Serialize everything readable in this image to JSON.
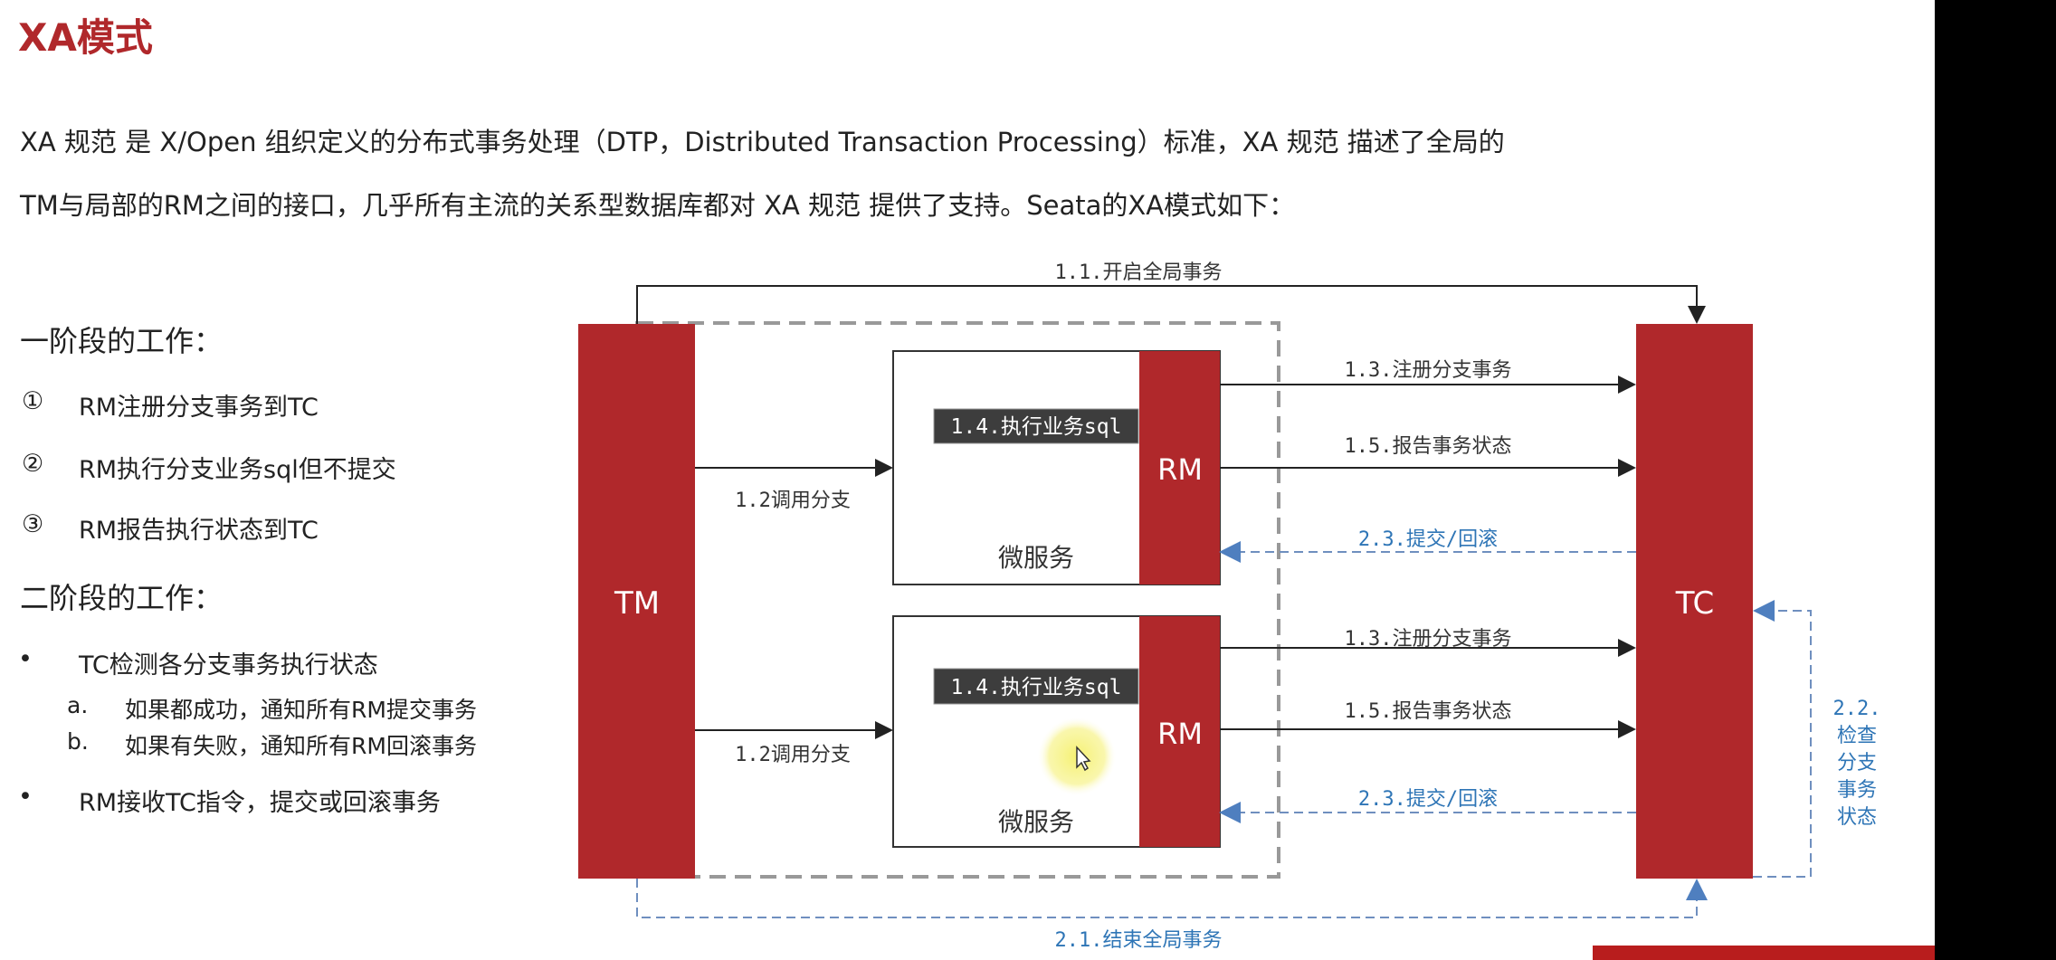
{
  "title": "XA模式",
  "intro": {
    "line1": "XA 规范 是 X/Open 组织定义的分布式事务处理（DTP，Distributed Transaction Processing）标准，XA 规范 描述了全局的",
    "line2": "TM与局部的RM之间的接口，几乎所有主流的关系型数据库都对 XA 规范 提供了支持。Seata的XA模式如下："
  },
  "phase1": {
    "heading": "一阶段的工作：",
    "items": [
      {
        "marker": "①",
        "text": "RM注册分支事务到TC"
      },
      {
        "marker": "②",
        "text": "RM执行分支业务sql但不提交"
      },
      {
        "marker": "③",
        "text": "RM报告执行状态到TC"
      }
    ]
  },
  "phase2": {
    "heading": "二阶段的工作：",
    "bullet1": "TC检测各分支事务执行状态",
    "sub": [
      {
        "marker": "a.",
        "text": "如果都成功，通知所有RM提交事务"
      },
      {
        "marker": "b.",
        "text": "如果有失败，通知所有RM回滚事务"
      }
    ],
    "bullet2": "RM接收TC指令，提交或回滚事务",
    "bullet_marker": "•"
  },
  "diagram": {
    "tm": "TM",
    "tc": "TC",
    "rm": "RM",
    "service": "微服务",
    "sql": "1.4.执行业务sql",
    "begin": "1.1.开启全局事务",
    "call": "1.2调用分支",
    "register": "1.3.注册分支事务",
    "report": "1.5.报告事务状态",
    "commit": "2.3.提交/回滚",
    "end": "2.1.结束全局事务",
    "check": [
      "2.2.",
      "检查",
      "分支",
      "事务",
      "状态"
    ]
  },
  "colors": {
    "red": "#b0282b",
    "blue": "#2e75b6",
    "dash": "#6f8fbf"
  }
}
